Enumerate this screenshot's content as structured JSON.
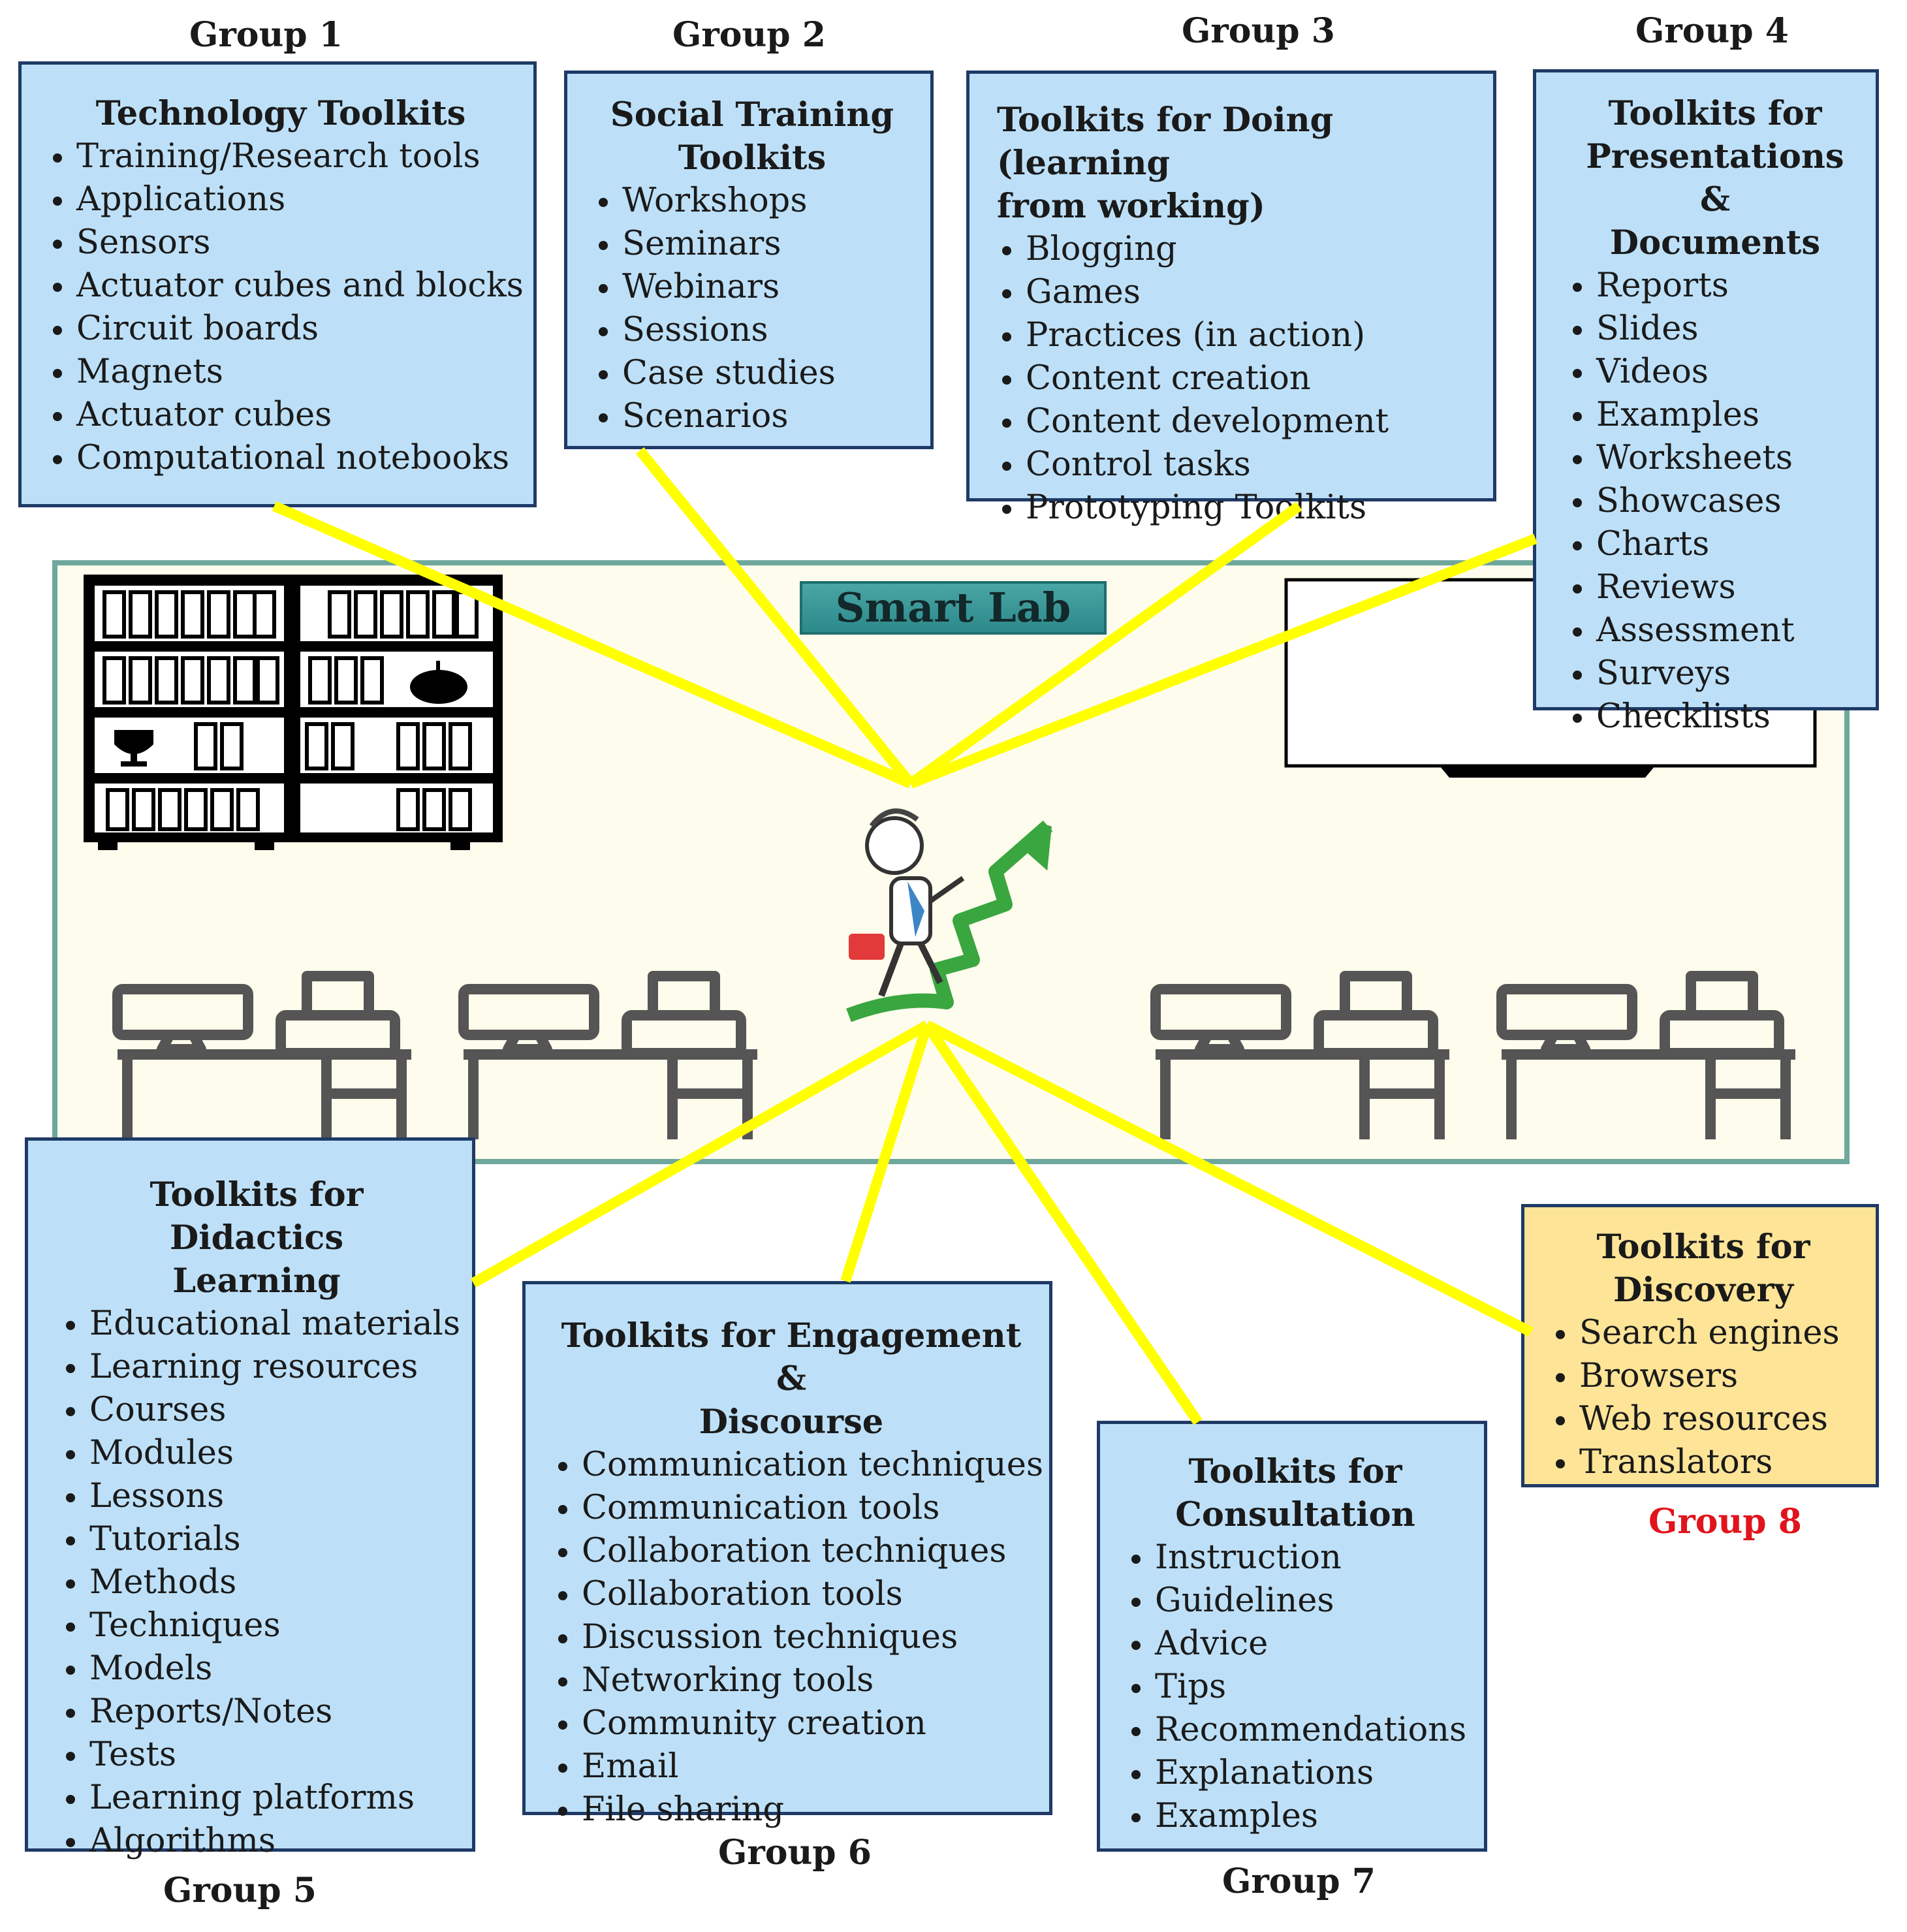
{
  "lab_title": "Smart Lab",
  "colors": {
    "box_blue": "#bde0f8",
    "box_yellow": "#fde497",
    "connector": "#ffff00",
    "red_label": "#e0141c"
  },
  "groups": [
    {
      "label": "Group 1",
      "title": "Technology Toolkits",
      "items": [
        "Training/Research tools",
        "Applications",
        "Sensors",
        "Actuator cubes and blocks",
        "Circuit boards",
        "Magnets",
        "Actuator cubes",
        "Computational notebooks"
      ]
    },
    {
      "label": "Group 2",
      "title_lines": [
        "Social Training",
        "Toolkits"
      ],
      "items": [
        "Workshops",
        "Seminars",
        "Webinars",
        "Sessions",
        "Case studies",
        "Scenarios"
      ]
    },
    {
      "label": "Group 3",
      "title_lines": [
        "Toolkits for Doing (learning",
        "from working)"
      ],
      "items": [
        "Blogging",
        "Games",
        "Practices (in action)",
        "Content creation",
        "Content development",
        "Control tasks",
        "Prototyping Toolkits"
      ]
    },
    {
      "label": "Group 4",
      "title_lines": [
        "Toolkits for",
        "Presentations &",
        "Documents"
      ],
      "items": [
        "Reports",
        "Slides",
        "Videos",
        "Examples",
        "Worksheets",
        "Showcases",
        "Charts",
        "Reviews",
        "Assessment",
        "Surveys",
        "Checklists"
      ]
    },
    {
      "label": "Group 5",
      "title_lines": [
        "Toolkits for Didactics",
        "Learning"
      ],
      "items": [
        "Educational materials",
        "Learning resources",
        "Courses",
        "Modules",
        "Lessons",
        "Tutorials",
        "Methods",
        "Techniques",
        "Models",
        "Reports/Notes",
        "Tests",
        "Learning platforms",
        "Algorithms"
      ]
    },
    {
      "label": "Group 6",
      "title_lines": [
        "Toolkits for Engagement &",
        "Discourse"
      ],
      "items": [
        "Communication techniques",
        "Communication tools",
        "Collaboration techniques",
        "Collaboration tools",
        "Discussion techniques",
        "Networking tools",
        "Community creation",
        "Email",
        "File sharing"
      ]
    },
    {
      "label": "Group 7",
      "title_lines": [
        "Toolkits for",
        "Consultation"
      ],
      "items": [
        "Instruction",
        "Guidelines",
        "Advice",
        "Tips",
        "Recommendations",
        "Explanations",
        "Examples"
      ]
    },
    {
      "label": "Group 8",
      "title_lines": [
        "Toolkits for",
        "Discovery"
      ],
      "items": [
        "Search engines",
        "Browsers",
        "Web resources",
        "Translators"
      ]
    }
  ]
}
